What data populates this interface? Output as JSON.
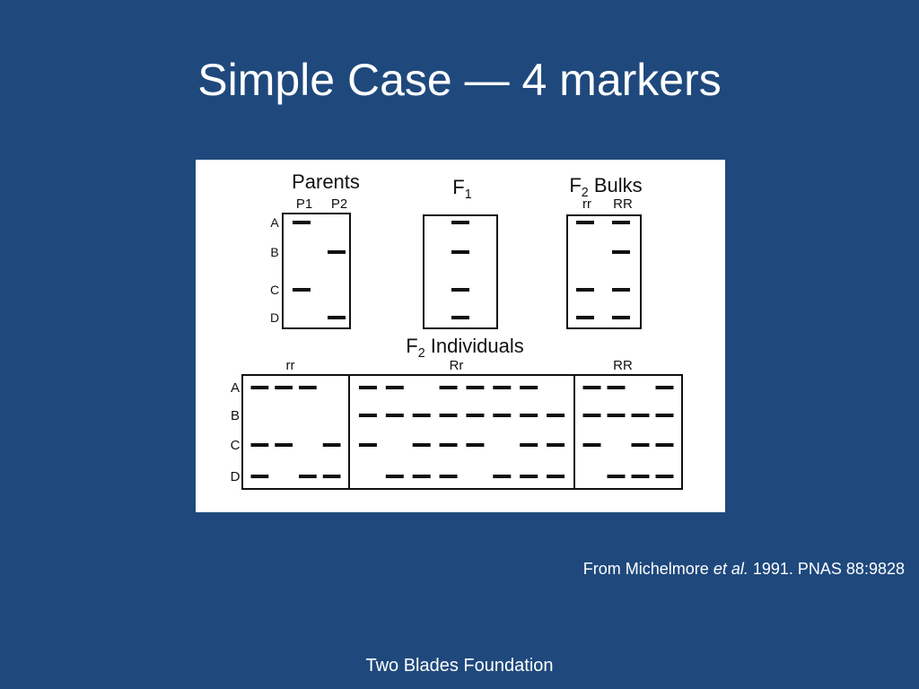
{
  "slide": {
    "title": "Simple Case — 4 markers",
    "footer": "Two Blades Foundation"
  },
  "citation": {
    "prefix": "From Michelmore ",
    "italic": "et al.",
    "suffix": " 1991. PNAS 88:9828"
  },
  "figure": {
    "markers": [
      "A",
      "B",
      "C",
      "D"
    ],
    "parents": {
      "title": "Parents",
      "lanes": [
        {
          "label": "P1",
          "bands": [
            1,
            0,
            1,
            0
          ]
        },
        {
          "label": "P2",
          "bands": [
            0,
            1,
            0,
            1
          ]
        }
      ]
    },
    "f1": {
      "title": "F",
      "title_sub": "1",
      "bands": [
        1,
        1,
        1,
        1
      ]
    },
    "f2_bulks": {
      "title": "F",
      "title_sub": "2",
      "title_suffix": " Bulks",
      "lanes": [
        {
          "label": "rr",
          "bands": [
            1,
            0,
            1,
            1
          ]
        },
        {
          "label": "RR",
          "bands": [
            1,
            1,
            1,
            1
          ]
        }
      ]
    },
    "f2_individuals": {
      "title": "F",
      "title_sub": "2",
      "title_suffix": " Individuals",
      "groups": [
        {
          "label": "rr",
          "lanes": 4,
          "bands": [
            [
              1,
              1,
              1,
              0
            ],
            [
              0,
              0,
              0,
              0
            ],
            [
              1,
              1,
              0,
              1
            ],
            [
              1,
              0,
              1,
              1
            ]
          ]
        },
        {
          "label": "Rr",
          "lanes": 8,
          "bands": [
            [
              1,
              1,
              0,
              1,
              1,
              1,
              1,
              0
            ],
            [
              1,
              1,
              1,
              1,
              1,
              1,
              1,
              1
            ],
            [
              1,
              0,
              1,
              1,
              1,
              0,
              1,
              1
            ],
            [
              0,
              1,
              1,
              1,
              0,
              1,
              1,
              1
            ]
          ]
        },
        {
          "label": "RR",
          "lanes": 4,
          "bands": [
            [
              1,
              1,
              0,
              1
            ],
            [
              1,
              1,
              1,
              1
            ],
            [
              1,
              0,
              1,
              1
            ],
            [
              0,
              1,
              1,
              1
            ]
          ]
        }
      ]
    }
  }
}
